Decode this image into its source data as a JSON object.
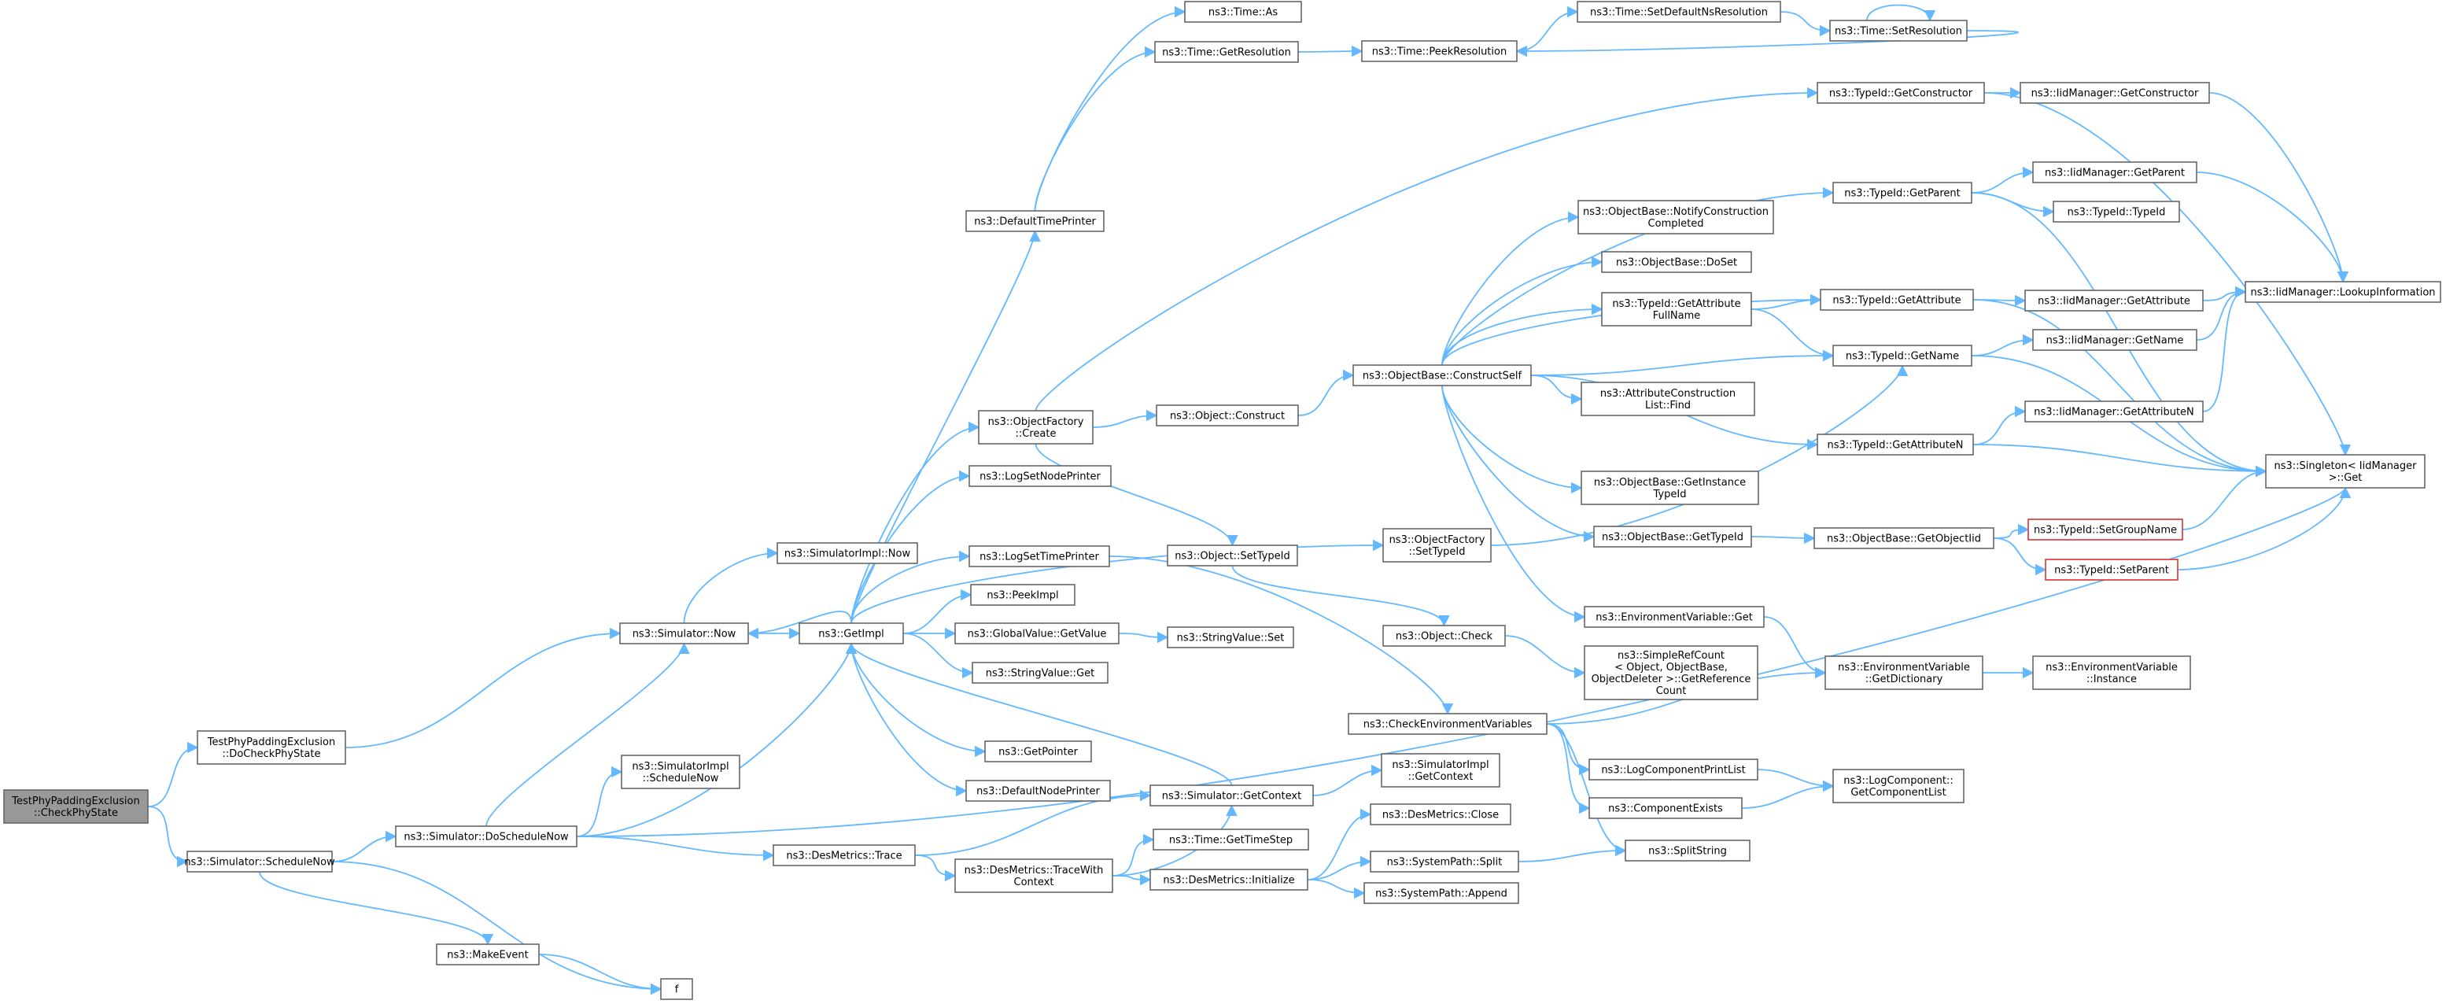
{
  "colors": {
    "edge": "#63b8ff",
    "node_border": "#666666",
    "root_fill": "#999999",
    "highlight_border": "#e03030"
  },
  "nodes": {
    "checkphy": [
      "TestPhyPaddingExclusion",
      "::CheckPhyState"
    ],
    "docheckphy": [
      "TestPhyPaddingExclusion",
      "::DoCheckPhyState"
    ],
    "schedulenow": [
      "ns3::Simulator::ScheduleNow"
    ],
    "simnow": [
      "ns3::Simulator::Now"
    ],
    "doschedulenow": [
      "ns3::Simulator::DoScheduleNow"
    ],
    "makeevent": [
      "ns3::MakeEvent"
    ],
    "f": [
      "f"
    ],
    "simimplnow": [
      "ns3::SimulatorImpl::Now"
    ],
    "simimplschedulenow": [
      "ns3::SimulatorImpl",
      "::ScheduleNow"
    ],
    "getimpl": [
      "ns3::GetImpl"
    ],
    "destrace": [
      "ns3::DesMetrics::Trace"
    ],
    "defaulttimeprinter": [
      "ns3::DefaultTimePrinter"
    ],
    "objfactorycreate": [
      "ns3::ObjectFactory",
      "::Create"
    ],
    "logsetnodeprinter": [
      "ns3::LogSetNodePrinter"
    ],
    "logsettimeprinter": [
      "ns3::LogSetTimePrinter"
    ],
    "peekimpl": [
      "ns3::PeekImpl"
    ],
    "globalvalueget": [
      "ns3::GlobalValue::GetValue"
    ],
    "stringvalueget": [
      "ns3::StringValue::Get"
    ],
    "getpointer": [
      "ns3::GetPointer"
    ],
    "defaultnodeprinter": [
      "ns3::DefaultNodePrinter"
    ],
    "destracewithctx": [
      "ns3::DesMetrics::TraceWith",
      "Context"
    ],
    "timeas": [
      "ns3::Time::As"
    ],
    "timegetresolution": [
      "ns3::Time::GetResolution"
    ],
    "objconstruct": [
      "ns3::Object::Construct"
    ],
    "objsettypeid": [
      "ns3::Object::SetTypeId"
    ],
    "stringvalueset": [
      "ns3::StringValue::Set"
    ],
    "simgetcontext": [
      "ns3::Simulator::GetContext"
    ],
    "timegettimestep": [
      "ns3::Time::GetTimeStep"
    ],
    "desinitialize": [
      "ns3::DesMetrics::Initialize"
    ],
    "timepeekresolution": [
      "ns3::Time::PeekResolution"
    ],
    "objbaseconstructself": [
      "ns3::ObjectBase::ConstructSelf"
    ],
    "objfactorysettypeid": [
      "ns3::ObjectFactory",
      "::SetTypeId"
    ],
    "objcheck": [
      "ns3::Object::Check"
    ],
    "checkenvvars": [
      "ns3::CheckEnvironmentVariables"
    ],
    "simimplgetcontext": [
      "ns3::SimulatorImpl",
      "::GetContext"
    ],
    "desclose": [
      "ns3::DesMetrics::Close"
    ],
    "syspathsplit": [
      "ns3::SystemPath::Split"
    ],
    "syspathappend": [
      "ns3::SystemPath::Append"
    ],
    "timesetdefaultns": [
      "ns3::Time::SetDefaultNsResolution"
    ],
    "objbasenotify": [
      "ns3::ObjectBase::NotifyConstruction",
      "Completed"
    ],
    "objbasedoset": [
      "ns3::ObjectBase::DoSet"
    ],
    "typeidgetattrfullname": [
      "ns3::TypeId::GetAttribute",
      "FullName"
    ],
    "attrconstructionlistfind": [
      "ns3::AttributeConstruction",
      "List::Find"
    ],
    "objbasegetinstancetypeid": [
      "ns3::ObjectBase::GetInstance",
      "TypeId"
    ],
    "objbasegettypeid": [
      "ns3::ObjectBase::GetTypeId"
    ],
    "envvarget": [
      "ns3::EnvironmentVariable::Get"
    ],
    "simplerefcount": [
      "ns3::SimpleRefCount",
      "< Object, ObjectBase,",
      "ObjectDeleter >::GetReference",
      "Count"
    ],
    "logcomponentprintlist": [
      "ns3::LogComponentPrintList"
    ],
    "componentexists": [
      "ns3::ComponentExists"
    ],
    "splitstring": [
      "ns3::SplitString"
    ],
    "timesetresolution": [
      "ns3::Time::SetResolution"
    ],
    "typeidgetconstructor": [
      "ns3::TypeId::GetConstructor"
    ],
    "typeidgetparent": [
      "ns3::TypeId::GetParent"
    ],
    "typeidgetattribute": [
      "ns3::TypeId::GetAttribute"
    ],
    "typeidgetname": [
      "ns3::TypeId::GetName"
    ],
    "typeidgetattributen": [
      "ns3::TypeId::GetAttributeN"
    ],
    "envvargetdict": [
      "ns3::EnvironmentVariable",
      "::GetDictionary"
    ],
    "logcomponentgetlist": [
      "ns3::LogComponent::",
      "GetComponentList"
    ],
    "iidgetconstructor": [
      "ns3::IidManager::GetConstructor"
    ],
    "iidgetparent": [
      "ns3::IidManager::GetParent"
    ],
    "typeidtypeid": [
      "ns3::TypeId::TypeId"
    ],
    "iidgetattribute": [
      "ns3::IidManager::GetAttribute"
    ],
    "iidgetname": [
      "ns3::IidManager::GetName"
    ],
    "iidgetattributen": [
      "ns3::IidManager::GetAttributeN"
    ],
    "objbasegetobjectiid": [
      "ns3::ObjectBase::GetObjectIid"
    ],
    "typeidsetgroupname": [
      "ns3::TypeId::SetGroupName"
    ],
    "typeidsetparent": [
      "ns3::TypeId::SetParent"
    ],
    "envvarinstance": [
      "ns3::EnvironmentVariable",
      "::Instance"
    ],
    "iidlookupinfo": [
      "ns3::IidManager::LookupInformation"
    ],
    "singletonget": [
      "ns3::Singleton< IidManager",
      ">::Get"
    ]
  }
}
